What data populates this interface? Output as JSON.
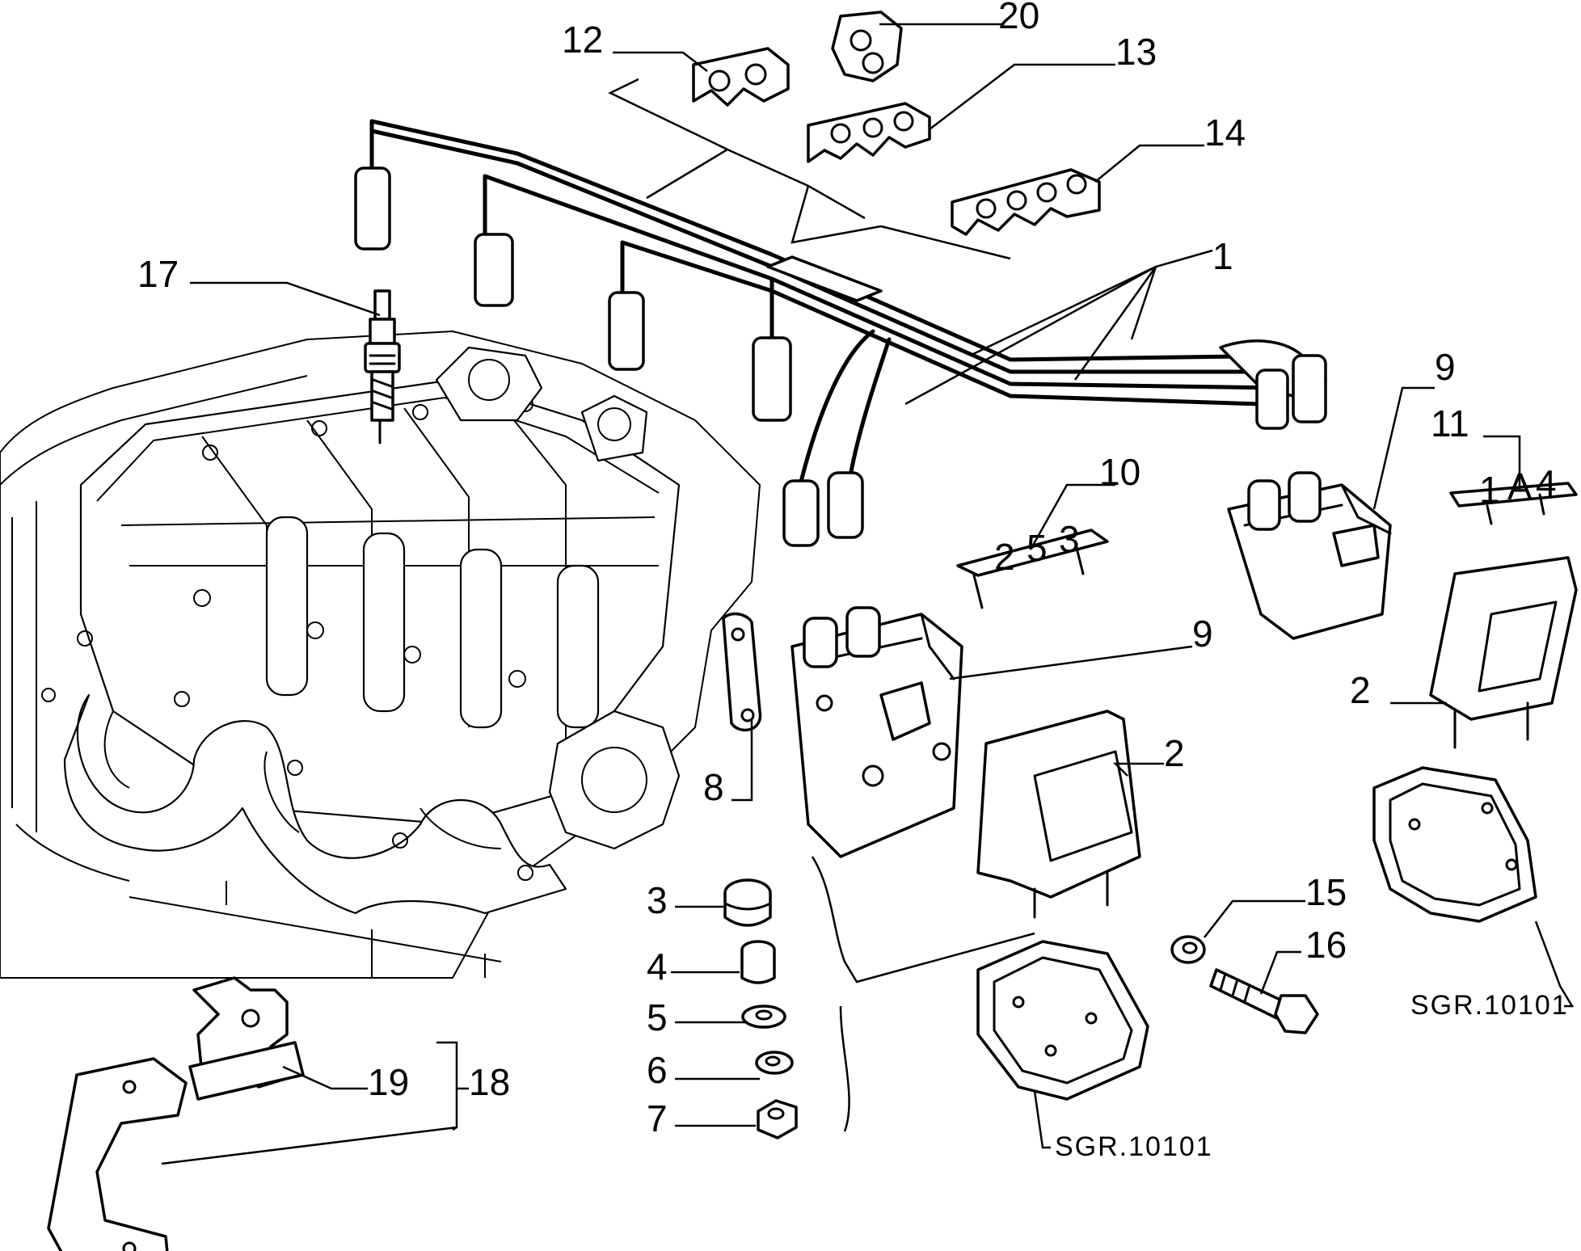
{
  "diagram": {
    "callouts": [
      {
        "id": "1",
        "label": "1"
      },
      {
        "id": "2a",
        "label": "2"
      },
      {
        "id": "2b",
        "label": "2"
      },
      {
        "id": "3",
        "label": "3"
      },
      {
        "id": "4",
        "label": "4"
      },
      {
        "id": "5",
        "label": "5"
      },
      {
        "id": "6",
        "label": "6"
      },
      {
        "id": "7",
        "label": "7"
      },
      {
        "id": "8",
        "label": "8"
      },
      {
        "id": "9a",
        "label": "9"
      },
      {
        "id": "9b",
        "label": "9"
      },
      {
        "id": "10",
        "label": "10"
      },
      {
        "id": "11",
        "label": "11"
      },
      {
        "id": "12",
        "label": "12"
      },
      {
        "id": "13",
        "label": "13"
      },
      {
        "id": "14",
        "label": "14"
      },
      {
        "id": "15",
        "label": "15"
      },
      {
        "id": "16",
        "label": "16"
      },
      {
        "id": "17",
        "label": "17"
      },
      {
        "id": "18",
        "label": "18"
      },
      {
        "id": "19",
        "label": "19"
      },
      {
        "id": "20",
        "label": "20"
      }
    ],
    "references": [
      {
        "id": "ref-a",
        "label": "SGR.10101"
      },
      {
        "id": "ref-b",
        "label": "SGR.10101"
      }
    ],
    "part_markings": {
      "plate_12": [
        "2",
        "5",
        "3"
      ],
      "plate_13": [
        "1",
        "A",
        "4"
      ]
    }
  }
}
